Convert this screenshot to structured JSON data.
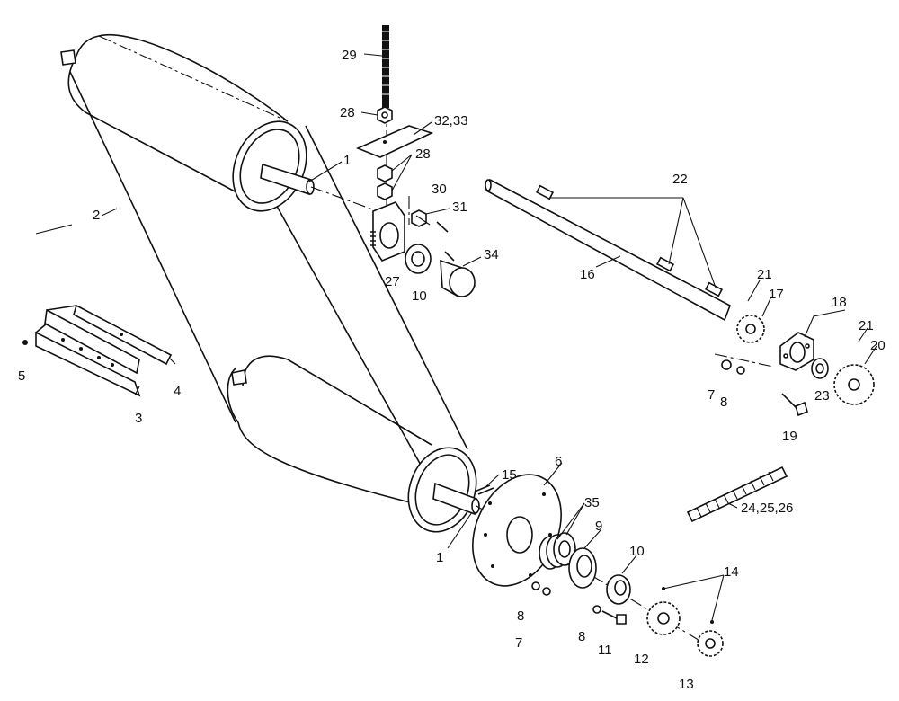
{
  "labels": {
    "l1a": "1",
    "l1b": "1",
    "l2": "2",
    "l3": "3",
    "l4": "4",
    "l5": "5",
    "l6": "6",
    "l7a": "7",
    "l7b": "7",
    "l8a": "8",
    "l8b": "8",
    "l8c": "8",
    "l9": "9",
    "l10a": "10",
    "l10b": "10",
    "l11": "11",
    "l12": "12",
    "l13": "13",
    "l14": "14",
    "l15": "15",
    "l16": "16",
    "l17": "17",
    "l18": "18",
    "l19": "19",
    "l20": "20",
    "l21a": "21",
    "l21b": "21",
    "l22": "22",
    "l23": "23",
    "l24": "24,25,26",
    "l27": "27",
    "l28a": "28",
    "l28b": "28",
    "l29": "29",
    "l30": "30",
    "l31": "31",
    "l32": "32,33",
    "l34": "34",
    "l35": "35"
  }
}
